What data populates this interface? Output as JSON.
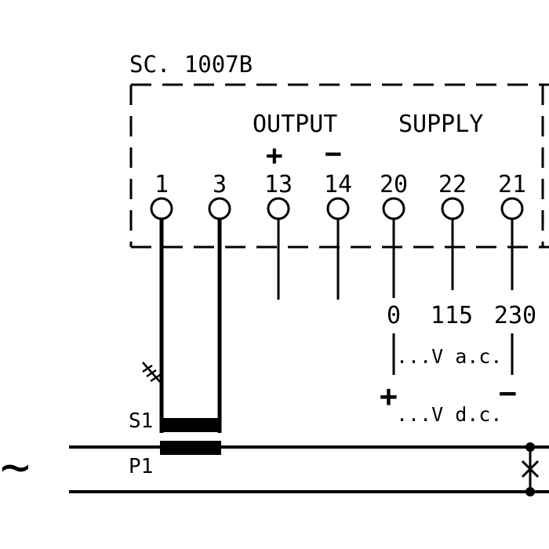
{
  "model": "SC. 1007B",
  "group_labels": {
    "output": "OUTPUT",
    "supply": "SUPPLY"
  },
  "polarity": {
    "plus": "+",
    "minus": "−"
  },
  "terminals": [
    "1",
    "3",
    "13",
    "14",
    "20",
    "22",
    "21"
  ],
  "supply_voltages": [
    "0",
    "115",
    "230"
  ],
  "supply_modes": {
    "ac": "...V a.c.",
    "dc": "...V d.c."
  },
  "dc_polarity": {
    "plus": "+",
    "minus": "−"
  },
  "ct_labels": {
    "s1": "S1",
    "p1": "P1"
  },
  "source_symbol": "∼",
  "colors": {
    "line": "#000000",
    "background": "#ffffff"
  }
}
